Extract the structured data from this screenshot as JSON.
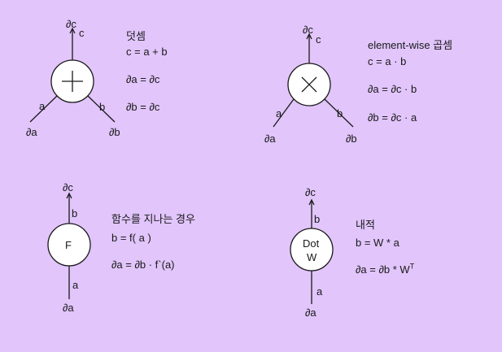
{
  "background": "#e1c5fb",
  "node_fill": "#ffffff",
  "stroke_color": "#1a1a1a",
  "panels": {
    "add": {
      "title": "덧셈",
      "eq1": "c = a + b",
      "eq2": "∂a = ∂c",
      "eq3": "∂b = ∂c",
      "node_symbol": "plus-icon",
      "out_grad": "∂c",
      "out_var": "c",
      "in_a_var": "a",
      "in_b_var": "b",
      "in_a_grad": "∂a",
      "in_b_grad": "∂b"
    },
    "mul": {
      "title": "element-wise 곱셈",
      "eq1": "c = a · b",
      "eq2": "∂a = ∂c · b",
      "eq3": "∂b = ∂c · a",
      "node_symbol": "times-icon",
      "out_grad": "∂c",
      "out_var": "c",
      "in_a_var": "a",
      "in_b_var": "b",
      "in_a_grad": "∂a",
      "in_b_grad": "∂b"
    },
    "func": {
      "title": "함수를 지나는 경우",
      "eq1": "b = f( a )",
      "eq2": "∂a = ∂b · f`(a)",
      "node_label": "F",
      "out_grad": "∂c",
      "out_var": "b",
      "in_var": "a",
      "in_grad": "∂a"
    },
    "dot": {
      "title": "내적",
      "eq1": "b = W * a",
      "eq2_main": "∂a = ∂b * W",
      "eq2_sup": "T",
      "node_label_1": "Dot",
      "node_label_2": "W",
      "out_grad": "∂c",
      "out_var": "b",
      "in_var": "a",
      "in_grad": "∂a"
    }
  }
}
